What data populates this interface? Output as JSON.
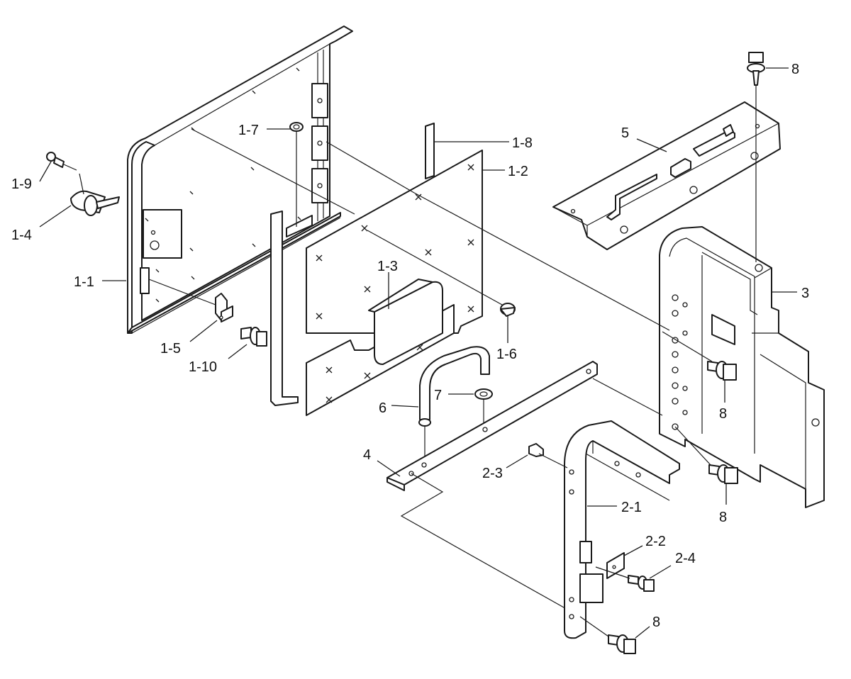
{
  "diagram": {
    "callouts": [
      {
        "id": "c-1-1",
        "label": "1-1"
      },
      {
        "id": "c-1-2",
        "label": "1-2"
      },
      {
        "id": "c-1-3",
        "label": "1-3"
      },
      {
        "id": "c-1-4",
        "label": "1-4"
      },
      {
        "id": "c-1-5",
        "label": "1-5"
      },
      {
        "id": "c-1-6",
        "label": "1-6"
      },
      {
        "id": "c-1-7",
        "label": "1-7"
      },
      {
        "id": "c-1-8",
        "label": "1-8"
      },
      {
        "id": "c-1-9",
        "label": "1-9"
      },
      {
        "id": "c-1-10",
        "label": "1-10"
      },
      {
        "id": "c-2-1",
        "label": "2-1"
      },
      {
        "id": "c-2-2",
        "label": "2-2"
      },
      {
        "id": "c-2-3",
        "label": "2-3"
      },
      {
        "id": "c-2-4",
        "label": "2-4"
      },
      {
        "id": "c-3",
        "label": "3"
      },
      {
        "id": "c-4",
        "label": "4"
      },
      {
        "id": "c-5",
        "label": "5"
      },
      {
        "id": "c-6",
        "label": "6"
      },
      {
        "id": "c-7",
        "label": "7"
      },
      {
        "id": "c-8a",
        "label": "8"
      },
      {
        "id": "c-8b",
        "label": "8"
      },
      {
        "id": "c-8c",
        "label": "8"
      },
      {
        "id": "c-8d",
        "label": "8"
      }
    ]
  }
}
